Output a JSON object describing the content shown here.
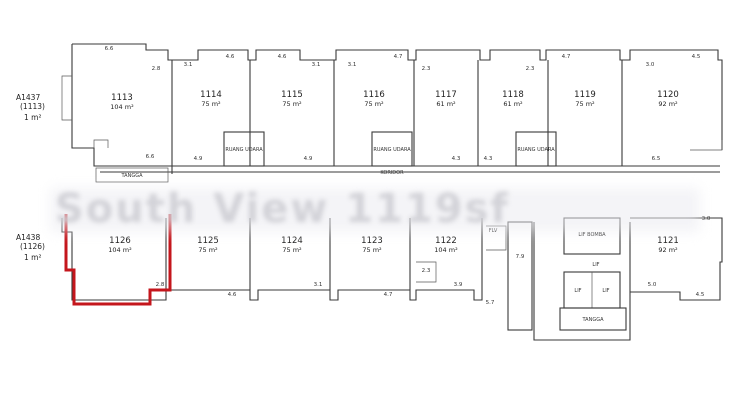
{
  "watermark_text": "South View 1119sf",
  "left_labels": {
    "top_code": "A1437",
    "top_sub": "(1113)",
    "top_area": "1 m²",
    "bottom_code": "A1438",
    "bottom_sub": "(1126)",
    "bottom_area": "1 m²"
  },
  "units_top": [
    {
      "id": "1113",
      "area": "104 m²"
    },
    {
      "id": "1114",
      "area": "75 m²"
    },
    {
      "id": "1115",
      "area": "75 m²"
    },
    {
      "id": "1116",
      "area": "75 m²"
    },
    {
      "id": "1117",
      "area": "61 m²"
    },
    {
      "id": "1118",
      "area": "61 m²"
    },
    {
      "id": "1119",
      "area": "75 m²"
    },
    {
      "id": "1120",
      "area": "92 m²"
    }
  ],
  "units_bottom": [
    {
      "id": "1126",
      "area": "104 m²"
    },
    {
      "id": "1125",
      "area": "75 m²"
    },
    {
      "id": "1124",
      "area": "75 m²"
    },
    {
      "id": "1123",
      "area": "75 m²"
    },
    {
      "id": "1122",
      "area": "104 m²"
    },
    {
      "id": "1121",
      "area": "92 m²"
    }
  ],
  "rooms": {
    "tangga_top": "TANGGA",
    "koridor": "KORIDOR",
    "ruang_udara_1": "RUANG UDARA",
    "ruang_udara_2": "RUANG UDARA",
    "ruang_udara_3": "RUANG UDARA",
    "lif_bomba": "LIF BOMBA",
    "lif_1": "LIF",
    "lif_2": "LIF",
    "lif_3": "LIF",
    "tangga_bottom": "TANGGA",
    "flv": "FLV"
  },
  "dimensions": {
    "d1": "6.6",
    "d2": "2.8",
    "d3": "3.1",
    "d4": "4.6",
    "d5": "4.6",
    "d6": "3.1",
    "d7": "3.1",
    "d8": "4.7",
    "d9": "2.3",
    "d10": "2.3",
    "d11": "4.7",
    "d12": "3.0",
    "d13": "4.5",
    "d14": "6.6",
    "d15": "4.9",
    "d16": "4.9",
    "d17": "4.3",
    "d18": "4.3",
    "d19": "6.5",
    "d20": "2.8",
    "d21": "4.6",
    "d22": "3.1",
    "d23": "4.7",
    "d24": "3.9",
    "d25": "5.7",
    "d26": "5.0",
    "d27": "4.5",
    "d28": "3.0",
    "d29": "7.9",
    "d30": "2.3"
  },
  "colors": {
    "highlight": "#c4161c",
    "wall": "#3a3a3a"
  }
}
